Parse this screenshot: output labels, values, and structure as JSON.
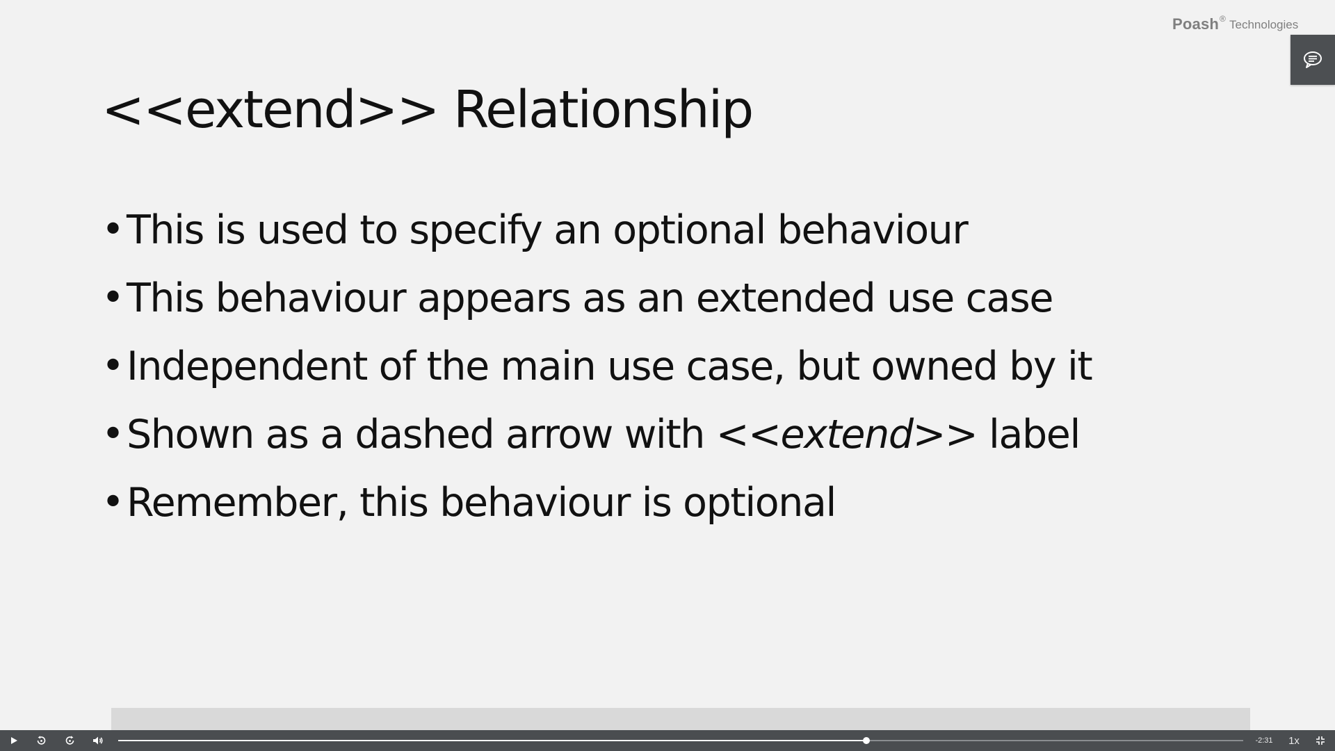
{
  "branding": {
    "name": "Poash",
    "registered": "®",
    "suffix": "Technologies"
  },
  "slide": {
    "title": "<<extend>> Relationship",
    "bullets": [
      {
        "text": "This is used to specify an optional behaviour"
      },
      {
        "text": "This behaviour appears as an extended use case"
      },
      {
        "text": "Independent of the main use case, but owned by it"
      },
      {
        "before": "Shown as a dashed arrow with ",
        "emphasis": "<<extend>>",
        "after": " label"
      },
      {
        "text": "Remember, this behaviour is optional"
      }
    ],
    "bullet_glyph": "•"
  },
  "player": {
    "time_remaining": "-2:31",
    "speed": "1x",
    "progress": 0.6648,
    "icons": {
      "play": "play-icon",
      "rewind": "rewind-icon",
      "forward": "forward-icon",
      "volume": "volume-icon",
      "fullscreen": "exit-fullscreen-icon",
      "chat": "chat-icon"
    }
  },
  "colors": {
    "slide_background": "#f2f2f2",
    "text": "#111111",
    "control_bar": "#4a4d50",
    "band": "#d9d9d9",
    "brand": "#7f7f7f"
  }
}
